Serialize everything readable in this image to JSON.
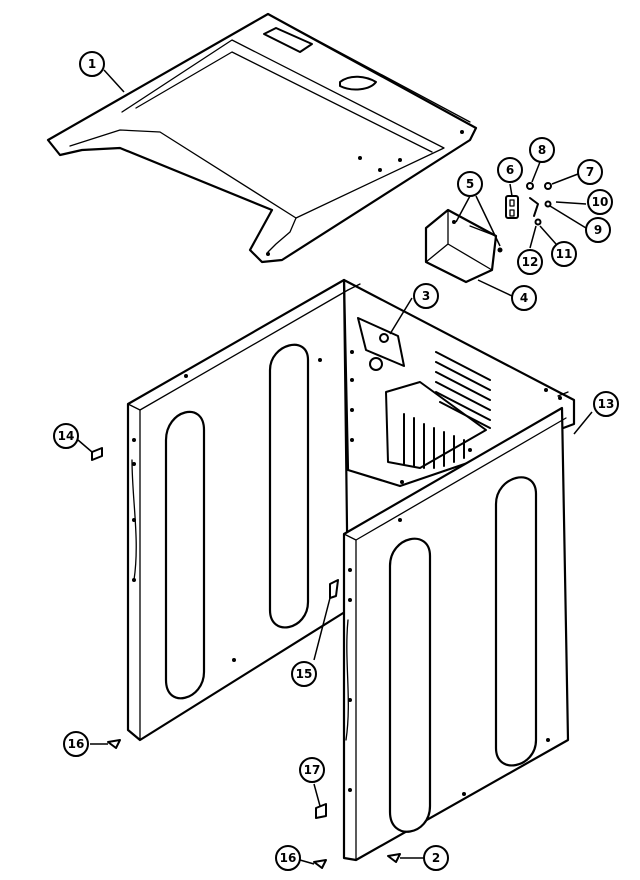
{
  "callouts": [
    {
      "id": "1"
    },
    {
      "id": "2"
    },
    {
      "id": "3"
    },
    {
      "id": "4"
    },
    {
      "id": "5"
    },
    {
      "id": "6"
    },
    {
      "id": "7"
    },
    {
      "id": "8"
    },
    {
      "id": "9"
    },
    {
      "id": "10"
    },
    {
      "id": "11"
    },
    {
      "id": "12"
    },
    {
      "id": "13"
    },
    {
      "id": "14"
    },
    {
      "id": "15"
    },
    {
      "id": "16"
    },
    {
      "id": "16b"
    },
    {
      "id": "17"
    }
  ],
  "labels": {
    "c1": "1",
    "c2": "2",
    "c3": "3",
    "c4": "4",
    "c5": "5",
    "c6": "6",
    "c7": "7",
    "c8": "8",
    "c9": "9",
    "c10": "10",
    "c11": "11",
    "c12": "12",
    "c13": "13",
    "c14": "14",
    "c15": "15",
    "c16a": "16",
    "c16b": "16",
    "c17": "17"
  }
}
